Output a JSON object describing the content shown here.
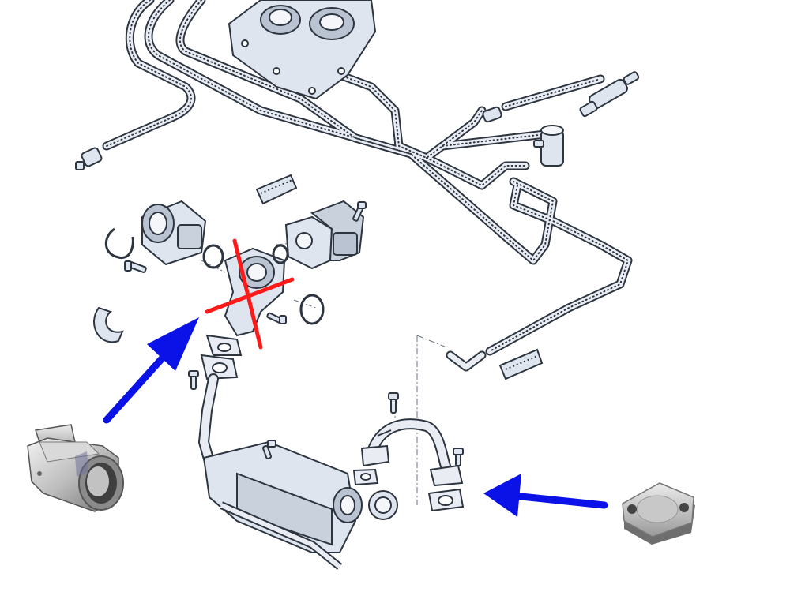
{
  "diagram": {
    "background": "#ffffff",
    "palette": {
      "hose_fill": "#e9edf3",
      "hose_stroke": "#2d3540",
      "part_fill": "#dfe5ee",
      "part_shade": "#b9c3d1",
      "part_stroke": "#2d3540",
      "crossout": "#ff1a1a",
      "arrow": "#0a12e8",
      "steel_light": "#d6d6d6",
      "steel_dark": "#7a7a7a"
    },
    "annotations": {
      "crossout_target": "egr-valve-intake-pipe",
      "arrow_left_points_to": "egr-valve-intake-pipe",
      "arrow_right_points_to": "egr-cooler-flange-gasket"
    },
    "photos": {
      "left_part": "egr-delete-pipe-photo",
      "right_part": "egr-blanking-plate-photo"
    }
  }
}
